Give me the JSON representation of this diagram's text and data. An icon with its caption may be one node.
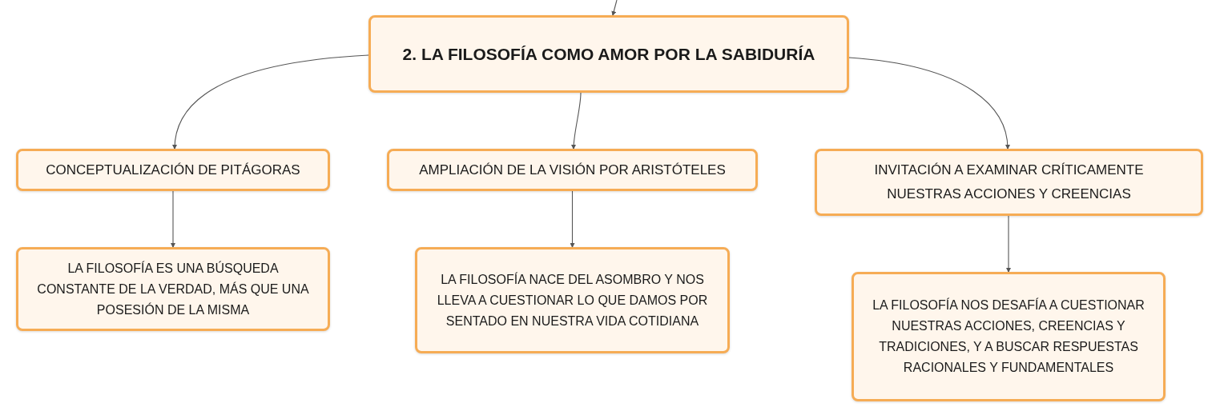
{
  "diagram": {
    "nodes": [
      {
        "text": [
          "2. LA FILOSOFÍA COMO AMOR POR LA SABIDURÍA"
        ]
      },
      {
        "text": [
          "CONCEPTUALIZACIÓN DE PITÁGORAS"
        ]
      },
      {
        "text": [
          "AMPLIACIÓN DE LA VISIÓN POR ARISTÓTELES"
        ]
      },
      {
        "text": [
          "INVITACIÓN A EXAMINAR CRÍTICAMENTE NUESTRAS ACCIONES Y CREENCIAS"
        ]
      },
      {
        "text": [
          "LA FILOSOFÍA ES UNA BÚSQUEDA CONSTANTE DE LA VERDAD, MÁS QUE UNA POSESIÓN DE LA MISMA"
        ]
      },
      {
        "text": [
          "LA FILOSOFÍA NACE DEL ASOMBRO Y NOS LLEVA A CUESTIONAR LO QUE DAMOS POR SENTADO EN NUESTRA VIDA COTIDIANA"
        ]
      },
      {
        "text": [
          "LA FILOSOFÍA NOS DESAFÍA A CUESTIONAR NUESTRAS ACCIONES, CREENCIAS Y TRADICIONES, Y A BUSCAR RESPUESTAS RACIONALES Y FUNDAMENTALES"
        ]
      }
    ],
    "edges": [
      {
        "from": null,
        "to": 0,
        "arrow": "to"
      },
      {
        "from": 0,
        "to": 1,
        "arrow": "to"
      },
      {
        "from": 0,
        "to": 2,
        "arrow": "to"
      },
      {
        "from": 0,
        "to": 3,
        "arrow": "to"
      },
      {
        "from": 1,
        "to": 4,
        "arrow": "to"
      },
      {
        "from": 2,
        "to": 5,
        "arrow": "to"
      },
      {
        "from": 3,
        "to": 6,
        "arrow": "to"
      }
    ]
  }
}
